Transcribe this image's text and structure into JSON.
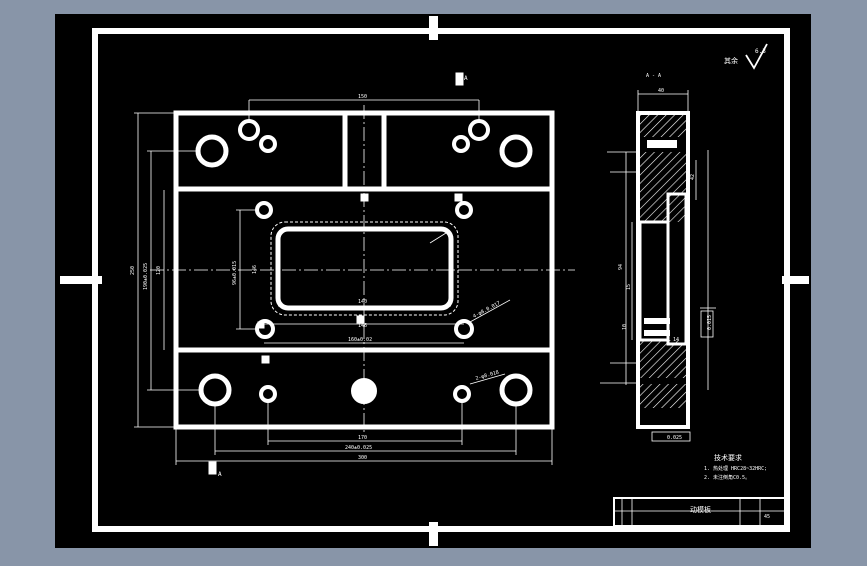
{
  "colors": {
    "viewport_bg": "#8895a8",
    "sheet": "#000000",
    "line": "#ffffff",
    "accent": "#ffffff"
  },
  "drawing": {
    "section_label": "A - A",
    "roughness_note": "其余",
    "roughness_value": "6.3",
    "section_mark_top": "A",
    "section_mark_bottom": "A",
    "tech_title": "技术要求",
    "tech_items": [
      "1. 热处理 HRC28~32HRC;",
      "2. 未注倒角C0.5。"
    ],
    "title_block": {
      "part_name": "动模板",
      "scale": "45",
      "cells": [
        "",
        "",
        "",
        "",
        ""
      ]
    }
  },
  "dims": {
    "top_width": "150",
    "left_overall": "250",
    "left_a": "190±0.025",
    "left_b": "120",
    "center_vert": "96±0.015",
    "center_h": "146",
    "mid_h1": "140",
    "mid_h2": "160±0.02",
    "bottom_a": "170",
    "bottom_b": "240±0.025",
    "bottom_c": "300",
    "dia_a": "4-φ8.0.017",
    "dia_b": "2-φ8.018",
    "side_top": "40",
    "side_a": "42",
    "side_b": "94",
    "side_c": "15",
    "side_d": "10",
    "side_e": "14",
    "tol_frame": "0.025",
    "tol_frame2": "0.015"
  }
}
